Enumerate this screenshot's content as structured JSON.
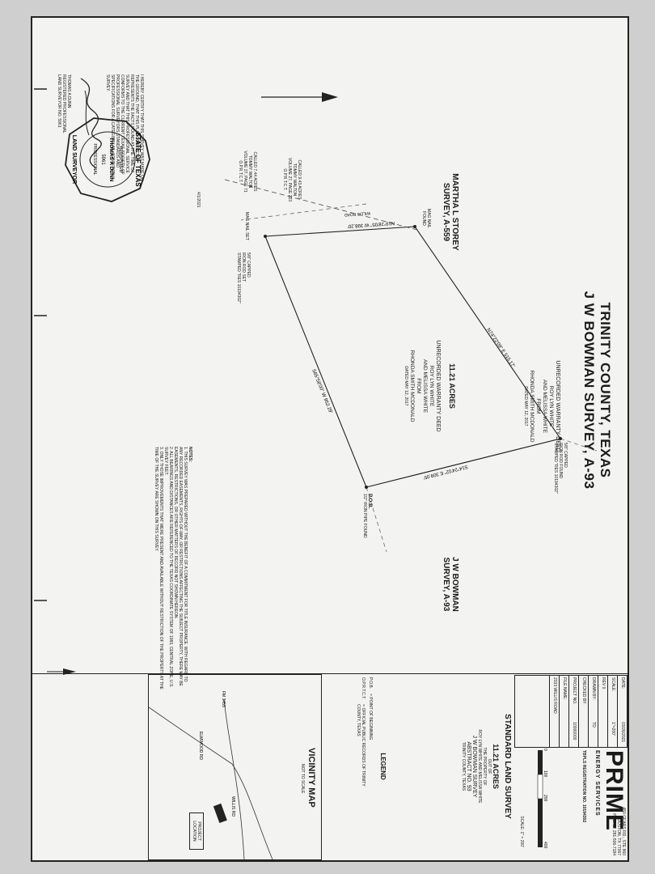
{
  "title": {
    "county": "TRINITY COUNTY, TEXAS",
    "survey": "J W BOWMAN SURVEY, A-93"
  },
  "adjacent_surveys": {
    "storey_name": "MARTHA L STOREY",
    "storey_abstract": "SURVEY, A-559",
    "bowman_name": "J W BOWMAN",
    "bowman_abstract": "SURVEY, A-93"
  },
  "deed_top": {
    "title": "UNRECORDED WARRANTY DEED",
    "line1": "ROY LYN WHITE",
    "line2": "AND MELISSA WHITE",
    "line3": "FROM",
    "line4": "RHONDA SMITH MCDONALD",
    "line5": "DATED MAY 12, 2017"
  },
  "tract": {
    "acres": "11.21 ACRES",
    "deed_title": "UNRECORDED WARRANTY DEED",
    "line1": "ROY LYN WHITE",
    "line2": "AND MELISSA WHITE",
    "line3": "FROM",
    "line4": "RHONDA SMITH MCDONALD",
    "line5": "DATED MAY 12, 2017"
  },
  "bearings": {
    "north_line": "N74°22'09\" E 515.17'",
    "east_line": "S14°24'02\" E 309.05'",
    "south_line": "S65°58'00\" W 952.29'",
    "west_line": "N19°28'05\" W 398.20'",
    "road": "WILLIS ROAD"
  },
  "monuments": {
    "nw_corner": "MAG NAIL FOUND",
    "ne_corner_1": "5/8\" CAPPED",
    "ne_corner_2": "IRON ROD FOUND",
    "ne_corner_3": "STAMPED \"RES 10194302\"",
    "pob_label": "P.O.B.",
    "pob_note": "1/2\" IRON PIPE FOUND",
    "sw_nail": "MAG NAIL SET",
    "sw_rod_1": "5/8\" CAPPED",
    "sw_rod_2": "IRON ROD SET",
    "sw_rod_3": "STAMPED \"RES 10194302\""
  },
  "adjoiners": {
    "a1_title": "CALLED 9.43 ACRES",
    "a1_line1": "TOMMY WALTON",
    "a1_line2": "VOLUME 27, PAGE 223",
    "a1_line3": "O.P.R.T.C.T.",
    "a2_title": "CALLED 7.44 ACRES",
    "a2_line1": "TOMMY WALTON",
    "a2_line2": "VOLUME 27, PAGE 71",
    "a2_line3": "O.P.R.T.C.T."
  },
  "certification": {
    "text": "I HEREBY CERTIFY THAT THIS SURVEY WAS MADE ON THE GROUND, THAT THIS PLAT CORRECTLY REPRESENTS THE FACTS FOUND AT THE TIME OF SURVEY AND THAT THIS PROFESSIONAL SERVICE CONFORMS TO THE CURRENT TEXAS SOCIETY OF PROFESSIONAL SURVEYORS STANDARDS AND SPECIFICATIONS FOR A CATEGORY 1B, CONDITION II SURVEY.",
    "name": "THOMAS A DUNN",
    "role": "REGISTERED PROFESSIONAL",
    "license": "LAND SURVEYOR NO. 5961",
    "date": "4/1/2021"
  },
  "seal": {
    "top": "STATE OF TEXAS",
    "registered": "REGISTERED",
    "name": "THOMAS A DUNN",
    "number": "5961",
    "profession": "PROFESSIONAL",
    "bottom": "LAND SURVEYOR"
  },
  "notes": {
    "title": "NOTES:",
    "n1": "1. THIS SURVEY WAS PREPARED WITHOUT THE BENEFIT OF A COMMITMENT FOR TITLE INSURANCE. WITH REGARD TO ANY RECORDED EASEMENTS, RIGHTS-OF-WAY, OR RESTRICTIONS AFFECTING THE SUBJECT PROPERTY, THERE MAY BE EASEMENTS, RESTRICTIONS, OR OTHER MATTERS OF RECORD NOT SHOWN HEREON.",
    "n2": "2. ALL BEARINGS AND DISTANCES ARE REFERENCED TO THE TEXAS COORDINATE SYSTEM OF 1983, CENTRAL ZONE, U.S. SURVEY FEET.",
    "n3": "3. ONLY THOSE IMPROVEMENTS THAT WERE PRESENT AND AVAILABLE WITHOUT RESTRICTION OF THE PROPERTY AT THE TIME OF THE SURVEY ARE SHOWN ON THIS SURVEY."
  },
  "vicinity": {
    "title": "VICINITY MAP",
    "subtitle": "NOT TO SCALE",
    "project": "PROJECT",
    "location": "LOCATION",
    "road1": "FM 3453",
    "road2": "ELMWOOD RD",
    "road3": "WILLIS RD"
  },
  "legend": {
    "title": "LEGEND",
    "pob_abbr": "P.O.B.",
    "pob_desc": "= POINT OF BEGINNING",
    "oprtct_abbr": "O.P.R.T.C.T.",
    "oprtct_desc": "= OFFICIAL PUBLIC RECORDS OF TRINITY COUNTY, TEXAS"
  },
  "title_block": {
    "title": "STANDARD LAND SURVEY",
    "acres": "11.21 ACRES",
    "out_of": "OUT OF",
    "property_of": "THE PROPERTY OF",
    "owners": "ROY LYN WHITE AND MELISSA WHITE",
    "survey": "J W BOWMAN SURVEY",
    "abstract": "ABSTRACT NO. 93",
    "county": "TRINITY COUNTY, TEXAS"
  },
  "scale_bar": {
    "label": "SCALE: 1\" = 200'",
    "t0": "0",
    "t1": "100",
    "t2": "200",
    "t3": "400"
  },
  "info_table": [
    {
      "label": "DATE:",
      "value": "03/26/2021"
    },
    {
      "label": "SCALE:",
      "value": "1\"=200'"
    },
    {
      "label": "REV 0",
      "value": ""
    },
    {
      "label": "DRAWN BY:",
      "value": "TD"
    },
    {
      "label": "CHECKED BY:",
      "value": ""
    },
    {
      "label": "PROJECT NO.",
      "value": "10000000"
    },
    {
      "label": "FILE NAME:",
      "value": ""
    },
    {
      "label": "2333 WILLIS ROAD",
      "value": ""
    }
  ],
  "company": {
    "logo": "PRIME",
    "tagline": "ENERGY SERVICES",
    "address1": "450 GEARS RD., STE 860",
    "address2": "HOUSTON, TX 77067",
    "phone": "PHONE: 281-506-7184",
    "registration": "TBPLS REGISTRATION NO. 10194302"
  }
}
